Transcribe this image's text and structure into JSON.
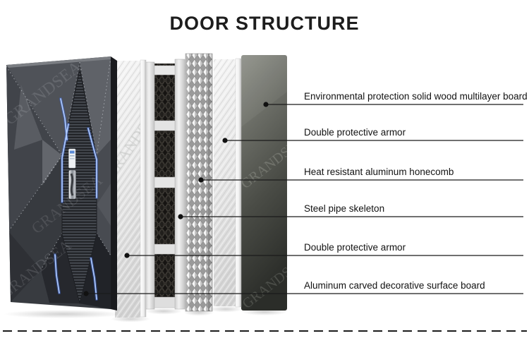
{
  "title": "DOOR STRUCTURE",
  "watermark": "GRANDSEA",
  "labels": [
    {
      "text": "Environmental protection solid wood multilayer board"
    },
    {
      "text": "Double protective armor"
    },
    {
      "text": "Heat resistant aluminum honecomb"
    },
    {
      "text": "Steel pipe skeleton"
    },
    {
      "text": "Double protective armor"
    },
    {
      "text": "Aluminum carved decorative surface board"
    }
  ],
  "colors": {
    "led_accent": "#a9c6ff",
    "connector_line": "#1b1b1b",
    "title_color": "#1d1d1d"
  }
}
